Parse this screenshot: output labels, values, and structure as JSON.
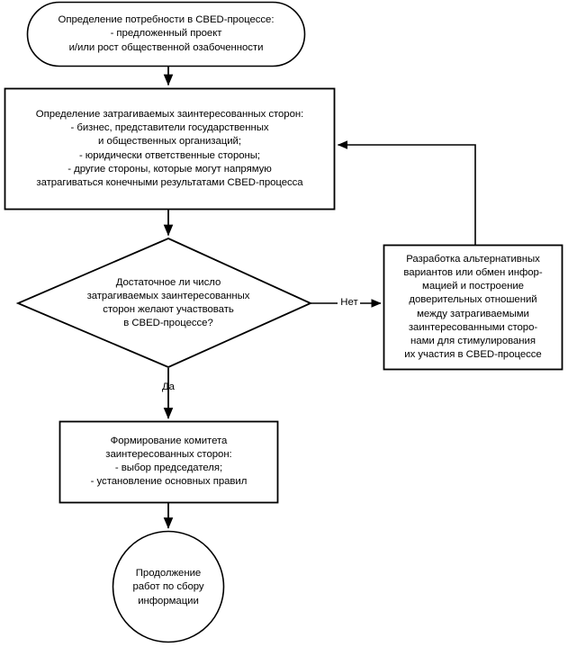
{
  "diagram": {
    "title": "Flowchart: CBED process stakeholder identification",
    "language": "ru",
    "stroke_color": "#000000",
    "fill_color": "#ffffff",
    "background": "#ffffff"
  },
  "nodes": {
    "start": {
      "shape": "rounded-rectangle",
      "text": "Определение потребности в  CBED-процессе:\n- предложенный проект\nи/или рост общественной озабоченности"
    },
    "identify_stakeholders": {
      "shape": "rectangle",
      "text": "Определение затрагиваемых заинтересованных сторон:\n- бизнес, представители государственных\nи общественных организаций;\n- юридически ответственные стороны;\n- другие стороны, которые могут напрямую\nзатрагиваться конечными результатами CBED-процесса"
    },
    "decision": {
      "shape": "diamond",
      "text": "Достаточное ли число\nзатрагиваемых заинтересованных\nсторон желают участвовать\nв CBED-процессе?"
    },
    "alternatives": {
      "shape": "rectangle",
      "text": "Разработка альтернативных\nвариантов или обмен инфор-\nмацией и построение\nдоверительных отношений\nмежду затрагиваемыми\nзаинтересованными сторо-\nнами для стимулирования\nих участия в CBED-процессе"
    },
    "committee": {
      "shape": "rectangle",
      "text": "Формирование комитета\nзаинтересованных сторон:\n- выбор председателя;\n- установление основных правил"
    },
    "continue": {
      "shape": "circle",
      "text": "Продолжение\nработ по сбору\nинформации"
    }
  },
  "edges": {
    "start_to_identify": {
      "label": ""
    },
    "identify_to_decision": {
      "label": ""
    },
    "decision_to_alternatives": {
      "label": "Нет"
    },
    "decision_to_committee": {
      "label": "Да"
    },
    "alternatives_to_identify": {
      "label": ""
    },
    "committee_to_continue": {
      "label": ""
    }
  }
}
